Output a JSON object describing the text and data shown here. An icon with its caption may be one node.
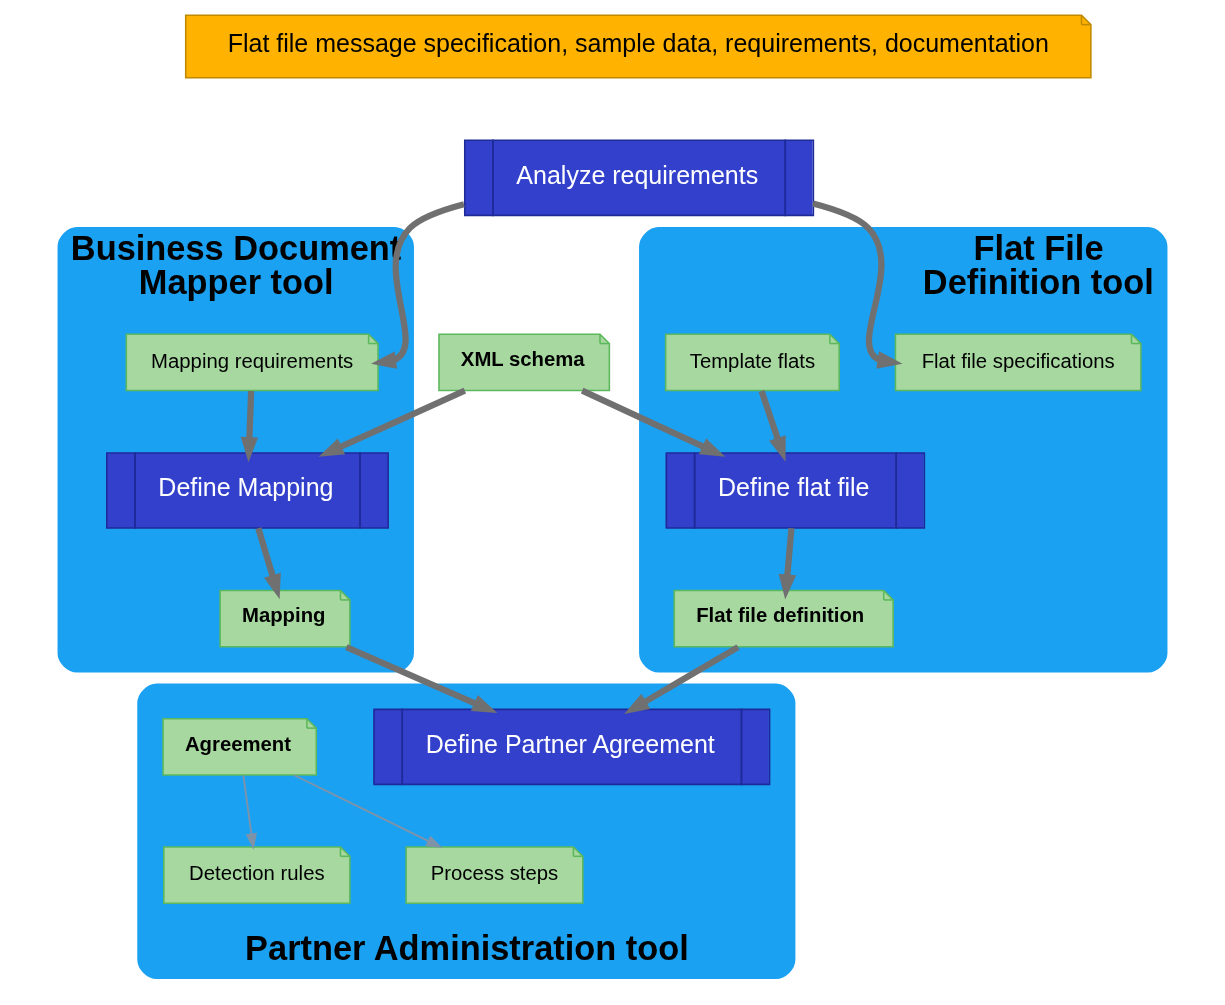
{
  "diagram": {
    "nodes": [
      {
        "text": [
          "Flat file message specification, sample data, requirements, documentation"
        ]
      },
      {
        "text": [
          "Analyze requirements"
        ]
      },
      {
        "text": [
          "Business Document Mapper tool"
        ]
      },
      {
        "text": [
          "Mapping requirements"
        ],
        "in": 2
      },
      {
        "text": [
          "Define Mapping"
        ],
        "in": 2
      },
      {
        "text": [
          "Mapping"
        ],
        "in": 2
      },
      {
        "text": [
          "XML schema"
        ]
      },
      {
        "text": [
          "Flat File Definition tool"
        ]
      },
      {
        "text": [
          "Flat file specifications"
        ],
        "in": 7
      },
      {
        "text": [
          "Template flats"
        ],
        "in": 7
      },
      {
        "text": [
          "Define flat file"
        ],
        "in": 7
      },
      {
        "text": [
          "Flat file definition"
        ],
        "in": 7
      },
      {
        "text": [
          "Partner Administration tool"
        ]
      },
      {
        "text": [
          "Define Partner Agreement"
        ],
        "in": 12
      },
      {
        "text": [
          "Agreement"
        ],
        "in": 12
      },
      {
        "text": [
          "Detection rules"
        ],
        "in": 12
      },
      {
        "text": [
          "Process steps"
        ],
        "in": 12
      }
    ],
    "edges": [
      {
        "from": 1,
        "to": 3,
        "arrow": "to"
      },
      {
        "from": 1,
        "to": 8,
        "arrow": "to"
      },
      {
        "from": 3,
        "to": 4,
        "arrow": "to"
      },
      {
        "from": 9,
        "to": 10,
        "arrow": "to"
      },
      {
        "from": 6,
        "to": 4,
        "arrow": "to"
      },
      {
        "from": 6,
        "to": 10,
        "arrow": "to"
      },
      {
        "from": 4,
        "to": 5,
        "arrow": "to"
      },
      {
        "from": 10,
        "to": 11,
        "arrow": "to"
      },
      {
        "from": 5,
        "to": 13,
        "arrow": "to"
      },
      {
        "from": 11,
        "to": 13,
        "arrow": "to"
      },
      {
        "from": 14,
        "to": 15,
        "arrow": "to",
        "color": "#7f93a8"
      },
      {
        "from": 14,
        "to": 16,
        "arrow": "to",
        "color": "#7f93a8"
      }
    ]
  }
}
